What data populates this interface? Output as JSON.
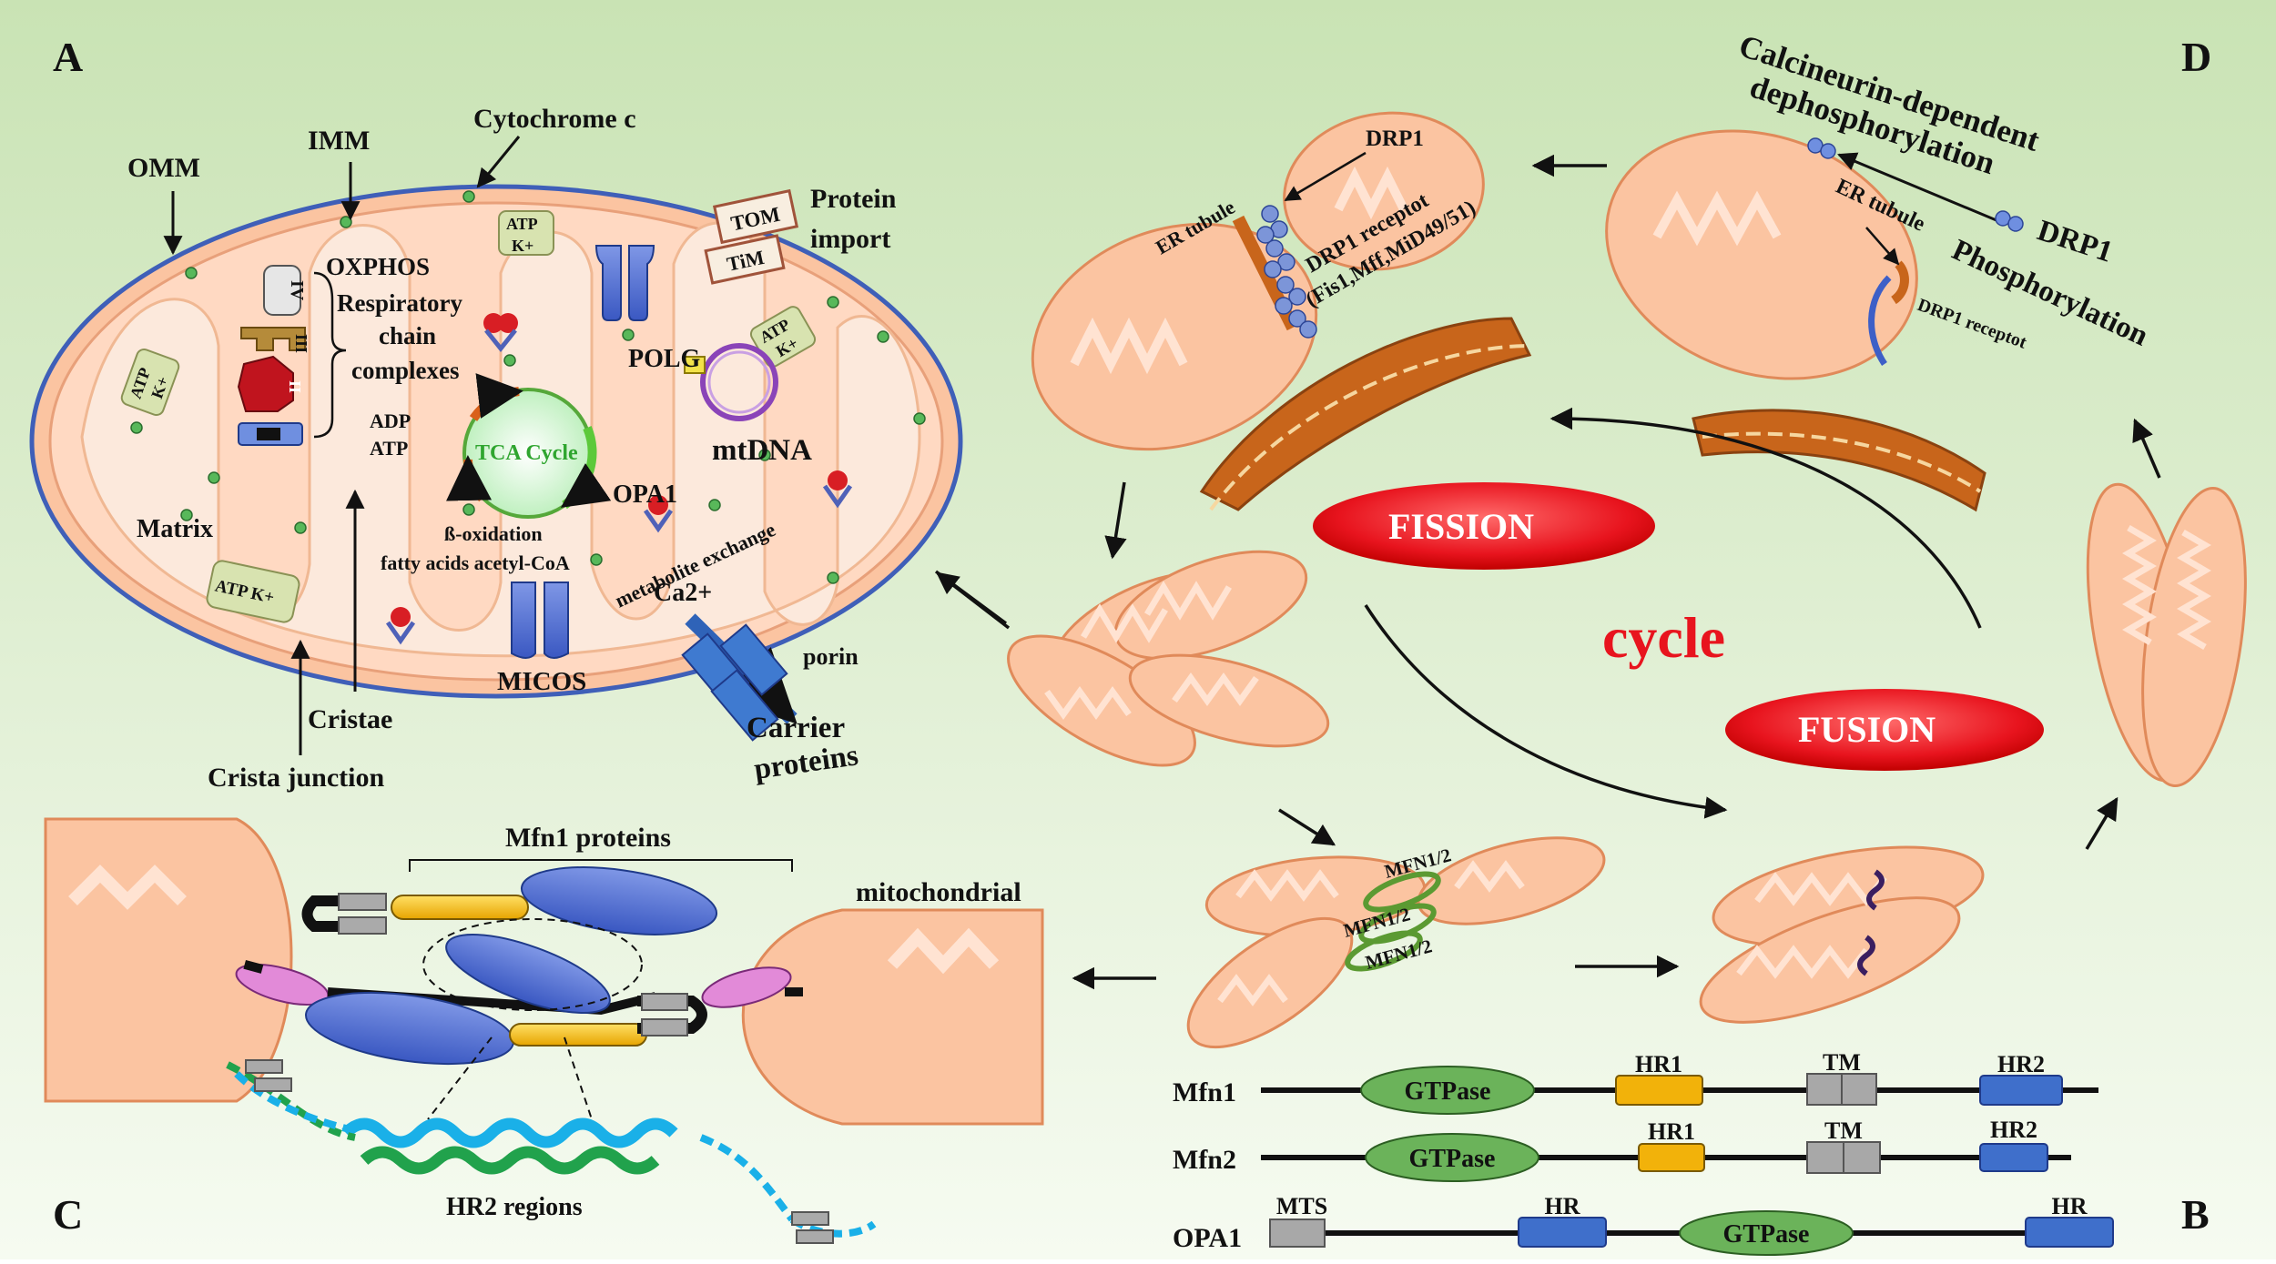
{
  "panels": {
    "a": "A",
    "b": "B",
    "c": "C",
    "d": "D"
  },
  "panel_a": {
    "omm": "OMM",
    "imm": "IMM",
    "cytochrome_c": "Cytochrome c",
    "protein_import_1": "Protein",
    "protein_import_2": "import",
    "tom": "TOM",
    "tim": "TiM",
    "oxphos": "OXPHOS",
    "respiratory_1": "Respiratory",
    "respiratory_2": "chain",
    "respiratory_3": "complexes",
    "complex_iv": "IV",
    "complex_iii": "III",
    "complex_ii": "II",
    "complex_i": "I",
    "atp": "ATP",
    "k_plus": "K+",
    "atp_k_plus": "ATP K+",
    "adp": "ADP",
    "atp_label": "ATP",
    "tca_cycle": "TCA Cycle",
    "beta_oxidation": "ß-oxidation",
    "fatty_acids": "fatty acids acetyl-CoA",
    "polg": "POLG",
    "mtdna": "mtDNA",
    "opa1": "OPA1",
    "matrix": "Matrix",
    "metabolite_exchange": "metabolite exchange",
    "ca": "Ca2+",
    "porin": "porin",
    "carrier_1": "Carrier",
    "carrier_2": "proteins",
    "micos": "MICOS",
    "cristae": "Cristae",
    "crista_junction": "Crista junction"
  },
  "panel_d": {
    "calcineurin_1": "Calcineurin-dependent",
    "calcineurin_2": "dephosphorylation",
    "drp1_right": "DRP1",
    "phosphorylation": "Phosphorylation",
    "er_tubule_right": "ER tubule",
    "drp1_receptor_right": "DRP1 receptot",
    "er_tubule_left": "ER tubule",
    "drp1_left": "DRP1",
    "drp1_receptor_left_1": "DRP1 receptot",
    "drp1_receptor_left_2": "(Fis1,Mff,MiD49/51)",
    "fission": "FISSION",
    "fusion": "FUSION",
    "cycle": "cycle",
    "mfn12_a": "MFN1/2",
    "mfn12_b": "MFN1/2",
    "mfn12_c": "MFN1/2",
    "colors": {
      "fission_fusion_red": "#e8141e",
      "mito_fill": "#fbc4a1",
      "mito_stroke": "#e08a5a"
    }
  },
  "panel_c": {
    "mfn1_proteins": "Mfn1 proteins",
    "mitochondrial": "mitochondrial",
    "hr2_regions": "HR2 regions"
  },
  "panel_b": {
    "rows": [
      {
        "name": "Mfn1",
        "domains": [
          "GTPase",
          "HR1",
          "TM",
          "HR2"
        ]
      },
      {
        "name": "Mfn2",
        "domains": [
          "GTPase",
          "HR1",
          "TM",
          "HR2"
        ]
      },
      {
        "name": "OPA1",
        "domains": [
          "MTS",
          "HR",
          "GTPase",
          "HR"
        ]
      }
    ]
  }
}
